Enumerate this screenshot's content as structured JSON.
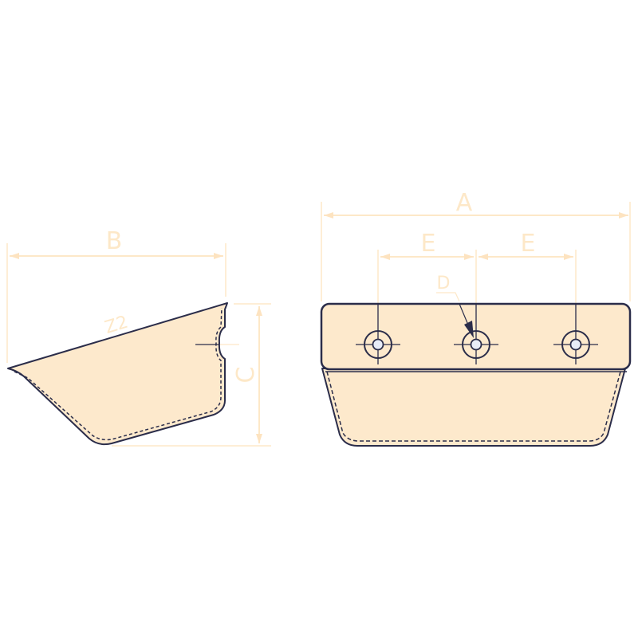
{
  "drawing": {
    "colors": {
      "fill": "#fde9cc",
      "outline": "#2b2d4a",
      "dimension": "#fde8c8",
      "hole_fill": "#e8ecf7",
      "background": "#ffffff"
    },
    "side_view": {
      "dimension_labels": {
        "width": "B",
        "height": "C",
        "profile": "Z2"
      }
    },
    "front_view": {
      "dimension_labels": {
        "overall_width": "A",
        "hole_spacing_left": "E",
        "hole_spacing_right": "E",
        "hole_diameter": "D"
      },
      "hole_count": 3
    }
  }
}
